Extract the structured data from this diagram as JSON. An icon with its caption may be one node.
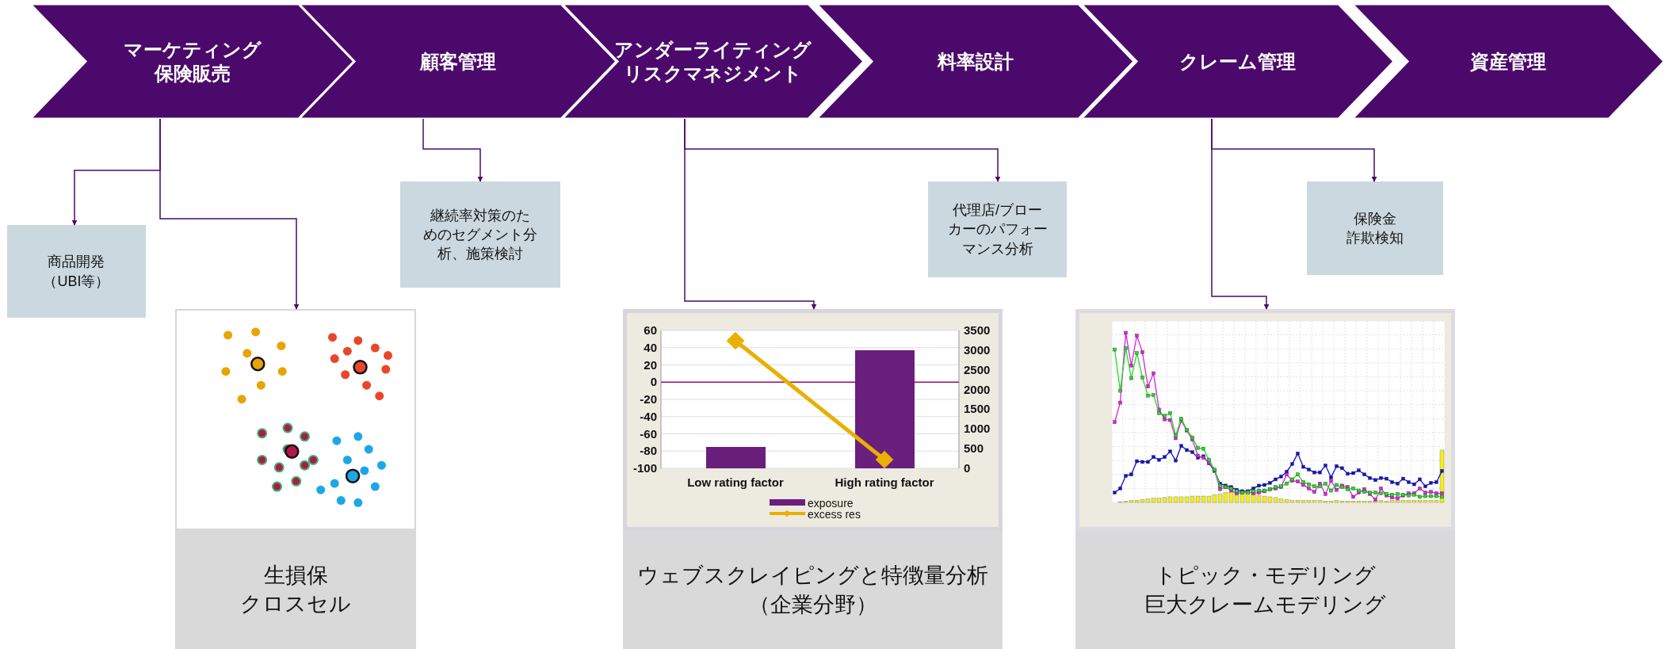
{
  "diagram": {
    "nodes": [
      {
        "text": [
          "マーケティング保険販売"
        ]
      },
      {
        "text": [
          "顧客管理"
        ]
      },
      {
        "text": [
          "アンダーライティングリスクマネジメント"
        ]
      },
      {
        "text": [
          "料率設計"
        ]
      },
      {
        "text": [
          "クレーム管理"
        ]
      },
      {
        "text": [
          "資産管理"
        ]
      },
      {
        "text": [
          "商品開発（UBI等）"
        ]
      },
      {
        "text": [
          "継続率対策のためのセグメント分析、施策検討"
        ]
      },
      {
        "text": [
          "代理店/ブローカーのパフォーマンス分析"
        ]
      },
      {
        "text": [
          "保険金詐欺検知"
        ]
      },
      {
        "text": [],
        "shape": "picture"
      },
      {
        "text": [
          "生損保クロスセル"
        ]
      },
      {
        "text": [],
        "shape": "box"
      },
      {
        "text": [
          "ウェブスクレイピングと特徴量分析（企業分野）"
        ]
      },
      {
        "text": [],
        "shape": "picture"
      },
      {
        "text": [
          "トピック・モデリング巨大クレームモデリング"
        ]
      }
    ],
    "edges": [
      {
        "from": 0,
        "to": 6,
        "arrow": "to"
      },
      {
        "from": 0,
        "to": 10,
        "arrow": "to"
      },
      {
        "from": 1,
        "to": 7,
        "arrow": "to"
      },
      {
        "from": 2,
        "to": 8,
        "arrow": "to"
      },
      {
        "from": 2,
        "to": 12,
        "arrow": "to"
      },
      {
        "from": 4,
        "to": 9,
        "arrow": "to"
      },
      {
        "from": 4,
        "to": 14,
        "arrow": "to"
      }
    ],
    "labels": [
      "60",
      "40",
      "20",
      "0",
      "-20",
      "-40",
      "-60",
      "-80",
      "-100",
      "3500",
      "3000",
      "2500",
      "2000",
      "1500",
      "1000",
      "500",
      "0",
      "Low rating factor",
      "High rating factor"
    ],
    "legend": [
      {
        "text": "exposure",
        "color": "#6b1f7c"
      },
      {
        "text": "excess res"
      }
    ]
  }
}
